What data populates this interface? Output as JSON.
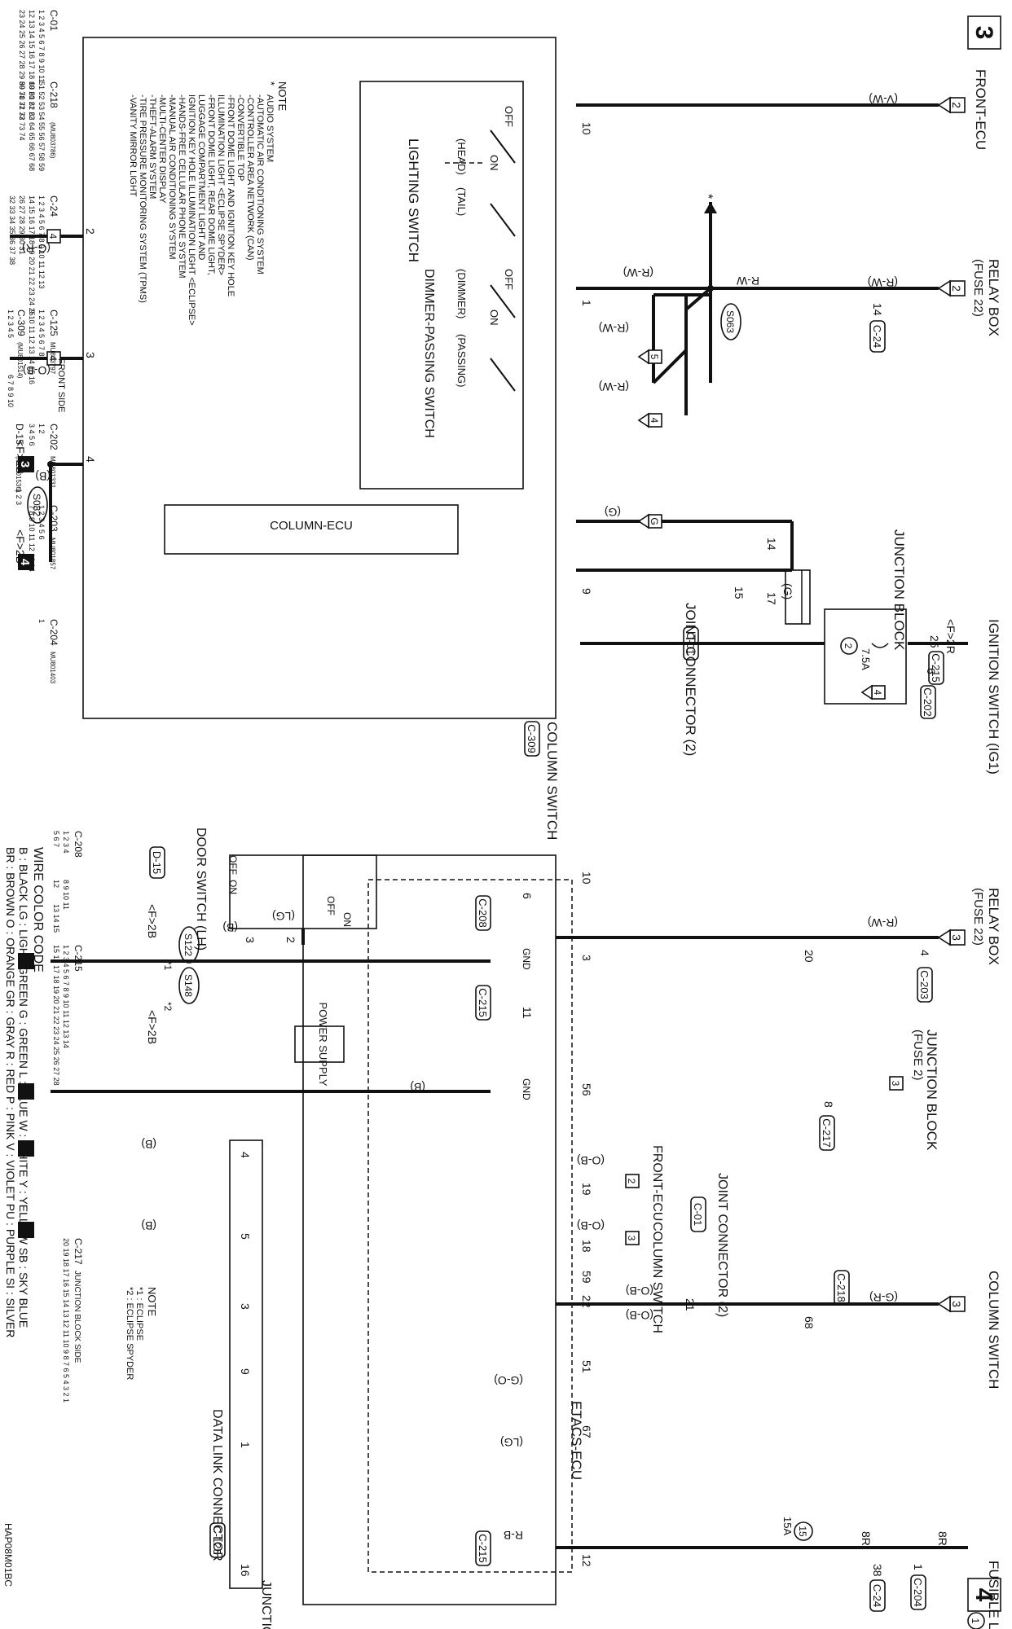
{
  "diagram": {
    "figure_code": "HAP08M01BC",
    "page_markers": {
      "upper": "3",
      "lower": "4"
    },
    "upper": {
      "front_ecu": {
        "label": "FRONT-ECU",
        "wire_color": "(V-W)",
        "terminal": "2",
        "connector_pin": "10"
      },
      "relay_box": {
        "label": "RELAY BOX",
        "fuse": "(FUSE 22)",
        "terminal": "2",
        "wire_color": "(R-W)",
        "pin": "14",
        "connector": "C-24"
      },
      "rw_branch": {
        "main": "R-W",
        "splice": "S063",
        "pin": "1",
        "star": "*",
        "branches": [
          {
            "terminal": "5",
            "wire": "(R-W)"
          },
          {
            "terminal": "4",
            "wire": "(R-W)"
          },
          {
            "wire": "(R-W)"
          }
        ]
      },
      "junction_block": {
        "label": "JUNCTION BLOCK",
        "fuse_num": "2",
        "fuse_rating": "7.5A",
        "pin": "25",
        "connector": "C-215",
        "ground_terminal": "4"
      },
      "ignition_switch": {
        "label": "IGNITION SWITCH (IG1)",
        "terminal": "<F>2R",
        "pin": "6",
        "connector": "C-202"
      },
      "joint_connector": {
        "label": "JOINT CONNECTOR (2)",
        "connector": "C-01",
        "pin_in": "17",
        "pin_out": "15",
        "pin_14": "14",
        "wire_g": "(G)"
      },
      "column_switch": {
        "label": "COLUMN SWITCH",
        "connector": "C-309",
        "ecu": "COLUMN-ECU",
        "pins": {
          "p9": "9",
          "p2": "2",
          "p3": "3",
          "p4": "4"
        }
      },
      "lighting_switch": {
        "label": "LIGHTING SWITCH",
        "off": "OFF",
        "on": "ON",
        "head": "(HEAD)",
        "tail": "(TAIL)"
      },
      "dimmer_switch": {
        "label": "DIMMER-PASSING SWITCH",
        "off": "OFF",
        "on": "ON",
        "dimmer": "(DIMMER)",
        "passing": "(PASSING)"
      },
      "lower_wires": {
        "gr": "(G-R)",
        "ob": "(O-B)",
        "b": "(B)",
        "t2": "4",
        "t3": "4",
        "splice": "S082",
        "f2b_1": "<F>2B",
        "f2b_2": "<F>2B",
        "g3": "3",
        "g4": "4"
      },
      "note": {
        "title": "NOTE",
        "star_label": "*",
        "lines": [
          "AUDIO SYSTEM",
          "-AUTOMATIC AIR CONDITIONING SYSTEM",
          "-CONTROLLER AREA NETWORK (CAN)",
          "-CONVERTIBLE TOP",
          "-FRONT DOME LIGHT AND IGNITION KEY HOLE",
          " ILLUMINATION LIGHT <ECLIPSE SPYDER>",
          "-FRONT DOME LIGHT, REAR DOME LIGHT,",
          " LUGGAGE COMPARTMENT LIGHT AND",
          " IGNITION KEY HOLE ILLUMINATION LIGHT <ECLIPSE>",
          "-HANDS-FREE CELLULAR PHONE SYSTEM",
          "-MANUAL AIR CONDITIONING SYSTEM",
          "-MULTI-CENTER DISPLAY",
          "-THEFT-ALARM SYSTEM",
          "-TIRE PRESSURE MONITORING SYSTEM (TPMS)",
          "-VANITY MIRROR LIGHT"
        ]
      },
      "connector_views": [
        {
          "id": "C-01",
          "code": "",
          "rows": [
            "1 2 3 4 5 6 7 8 9 10 11",
            "12 13 14 15 16 17 18 19 20 21 22",
            "23 24 25 26 27 28 29 30 31 32 33"
          ]
        },
        {
          "id": "C-218",
          "code": "(MU803786)",
          "rows": [
            "51 52 53 54 55 56 57 58 59",
            "60 61 62 63 64 65 66 67 68",
            "69 70 71        72 73 74"
          ]
        },
        {
          "id": "C-24",
          "code": "",
          "rows": [
            "1 2 3 4 5 6 7 8 9 10 11 12 13",
            "14 15 16 17 18 19 20 21 22 23 24 25",
            "26 27 28 29 30 31",
            "32 33 34 35 36 37 38"
          ]
        },
        {
          "id": "C-125",
          "code": "MU803797",
          "rows": [
            "1 2 3 4 5 6 7 8",
            "9 10 11 12 13 14 15 16"
          ]
        },
        {
          "id": "C-309",
          "code": "(MU801514)",
          "rows": [
            "1 2 3 4 5",
            "6 7 8 9 10"
          ]
        },
        {
          "id": "C-202",
          "code": "MU801331",
          "rows": [
            "1 2",
            "3 4 5 6"
          ]
        },
        {
          "id": "D-15",
          "code": "(MU801536)",
          "rows": [
            "1 2 3"
          ]
        },
        {
          "id": "C-203",
          "code": "MU801857",
          "rows": [
            "1 2 3    4 5 6",
            "7 8 9 10 11 12 13 14"
          ]
        },
        {
          "id": "C-204",
          "code": "MU801403",
          "rows": [
            "1"
          ]
        }
      ],
      "front_side": "FRONT SIDE"
    },
    "lower": {
      "relay_box": {
        "label": "RELAY BOX",
        "fuse": "(FUSE 22)",
        "terminal": "3",
        "wire": "(R-W)",
        "pin": "4",
        "connector": "C-203",
        "pin_in": "20"
      },
      "junction_block": {
        "label": "JUNCTION BLOCK",
        "fuse": "(FUSE 2)",
        "terminal": "3",
        "pin": "8",
        "connector": "C-217",
        "label_bottom": "JUNCTION BLOCK",
        "fuse15": "15",
        "fuse15_rating": "15A",
        "pin1": "1",
        "conn204": "C-204"
      },
      "power_supply": "POWER SUPPLY",
      "fusible_link": {
        "label": "FUSIBLE LINK",
        "num": "1",
        "w1": "8R",
        "w2": "8R",
        "pin": "38",
        "connector": "C-24"
      },
      "column_switch": {
        "label": "COLUMN SWITCH",
        "terminal": "3",
        "wire": "(G-R)",
        "pin": "68",
        "connector": "C-218"
      },
      "etacs": {
        "label": "ETACS-ECU",
        "pins": {
          "p10": "10",
          "p3": "3",
          "p56": "56",
          "p59": "59",
          "p51": "51",
          "p67": "67",
          "p12": "12",
          "p6": "6",
          "p11": "11"
        },
        "gnd1": "GND",
        "gnd2": "GND"
      },
      "door_switch": {
        "label": "DOOR SWITCH (LH)",
        "connector": "D-15",
        "off1": "OFF",
        "on1": "ON",
        "off2": "OFF",
        "on2": "ON",
        "pin2": "2",
        "pin3": "3",
        "wire_lg": "(LG)",
        "wire_b": "(B)"
      },
      "splices": {
        "s1": "S122",
        "s2": "S148",
        "star1": "*1",
        "star2": "*2"
      },
      "f2b": {
        "a": "<F>2B",
        "b": "<F>2B"
      },
      "c208": "C-208",
      "c215_a": "C-215",
      "c215_b": "C-215",
      "ground_wire": {
        "b": "(B)",
        "b2": "(B)",
        "b3": "(B)"
      },
      "front_ecu": {
        "label": "FRONT-ECU",
        "terminal": "2",
        "wire": "(O-B)",
        "pin": "19"
      },
      "column_switch_2": {
        "label": "COLUMN SWITCH",
        "terminal": "3",
        "wire": "(O-B)",
        "pin": "18"
      },
      "joint_connector": {
        "label": "JOINT CONNECTOR (2)",
        "connector": "C-01",
        "pin22": "22",
        "pin21": "21",
        "wire_ob": "(O-B)",
        "wire_ob2": "(O-B)"
      },
      "dlc": {
        "label": "DATA LINK CONNECTOR",
        "connector": "C-125",
        "pins": {
          "p4": "4",
          "p5": "5",
          "p3": "3",
          "p9": "9",
          "p1": "1",
          "p16": "16"
        }
      },
      "wires": {
        "go": "(G-O)",
        "lg": "(LG)",
        "rb": "R-B"
      },
      "note": {
        "title": "NOTE",
        "l1": "*1 : ECLIPSE",
        "l2": "*2 : ECLIPSE SPYDER"
      },
      "wire_color_code": {
        "title": "WIRE COLOR CODE",
        "line1": "B : BLACK    LG : LIGHT GREEN    G : GREEN    L : BLUE    W : WHITE    Y : YELLOW    SB : SKY BLUE",
        "line2": "BR : BROWN    O : ORANGE    GR : GRAY    R : RED    P : PINK    V : VIOLET    PU : PURPLE    SI : SILVER"
      },
      "connector_views": [
        {
          "id": "C-208",
          "rows": [
            "1 2 3 4",
            "5 6 7",
            "8 9 10 11",
            "12",
            "13 14 15"
          ]
        },
        {
          "id": "C-215",
          "rows": [
            "1 2 3 4 5 6 7 8 9 10 11 12 13 14",
            "15 16 17 18 19 20 21 22 23 24 25 26 27 28"
          ]
        },
        {
          "id": "C-217",
          "side": "JUNCTION BLOCK SIDE",
          "rows": [
            "20 19 18 17 16 15 14 13 12 11 10 9 8 7 6 5 4 3 2 1"
          ]
        }
      ]
    }
  }
}
